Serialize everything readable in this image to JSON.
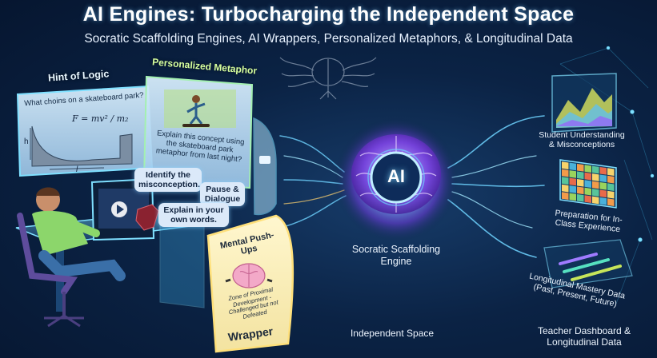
{
  "header": {
    "title": "AI Engines: Turbocharging the Independent Space",
    "subtitle": "Socratic Scaffolding Engines, AI Wrappers, Personalized Metaphors, & Longitudinal Data"
  },
  "left": {
    "hint_label": "Hint of Logic",
    "hint_question": "What choins on a skateboard park?",
    "formula": "F = mv² / m₂",
    "axis_h": "h",
    "axis_l": "l",
    "metaphor_label": "Personalized Metaphor",
    "metaphor_prompt": "Explain this concept using the skateboard park metaphor from last night?",
    "bubble_identify": "Identify the misconception.",
    "bubble_pause": "Pause & Dialogue",
    "bubble_explain": "Explain in your own words.",
    "pushups_title": "Mental Push-Ups",
    "pushups_caption": "Zone of Proximal Development - Challenged but not Defeated",
    "wrapper_label": "Wrapper"
  },
  "center": {
    "ai_label": "AI",
    "engine_label": "Socratic Scaffolding Engine",
    "independent_space": "Independent Space"
  },
  "right": {
    "item1": "Student Understanding & Misconceptions",
    "item2": "Preparation for In-Class Experience",
    "item3": "Longitudinal Mastery Data (Past, Present, Future)",
    "footer": "Teacher Dashboard & Longitudinal Data"
  },
  "colors": {
    "background": "#0b2345",
    "glow": "#6fd3ff",
    "brain": "#8a5cff",
    "wrapper_panel": "#fff4c2",
    "card": "#cfe6f7"
  }
}
